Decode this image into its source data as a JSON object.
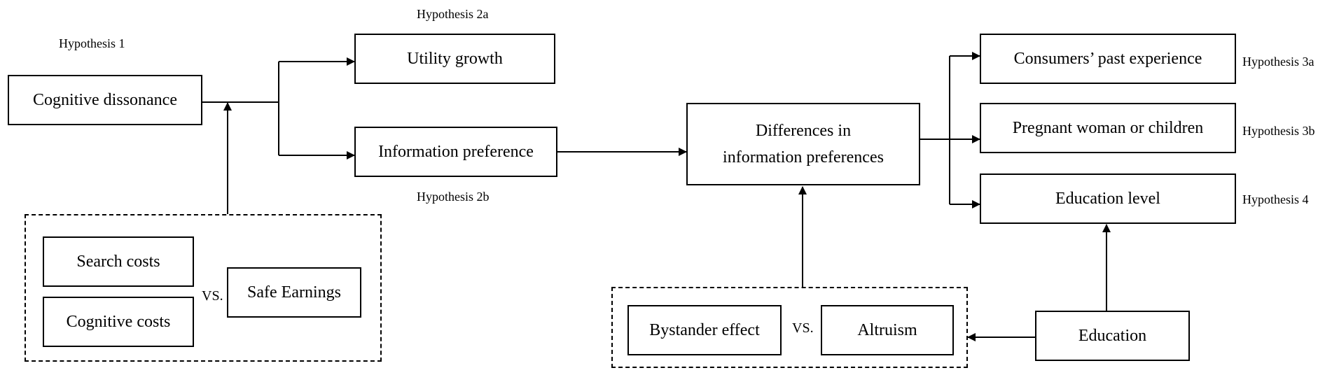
{
  "hypotheses": {
    "h1": "Hypothesis 1",
    "h2a": "Hypothesis 2a",
    "h2b": "Hypothesis 2b",
    "h3a": "Hypothesis 3a",
    "h3b": "Hypothesis 3b",
    "h4": "Hypothesis 4"
  },
  "nodes": {
    "cognitive_dissonance": "Cognitive dissonance",
    "utility_growth": "Utility growth",
    "information_preference": "Information preference",
    "differences_line1": "Differences in",
    "differences_line2": "information preferences",
    "consumers_past_experience": "Consumers’ past experience",
    "pregnant_woman": "Pregnant woman or children",
    "education_level": "Education level",
    "search_costs": "Search costs",
    "cognitive_costs": "Cognitive costs",
    "safe_earnings": "Safe Earnings",
    "bystander_effect": "Bystander effect",
    "altruism": "Altruism",
    "education": "Education"
  },
  "vs_left": "VS.",
  "vs_right": "VS."
}
